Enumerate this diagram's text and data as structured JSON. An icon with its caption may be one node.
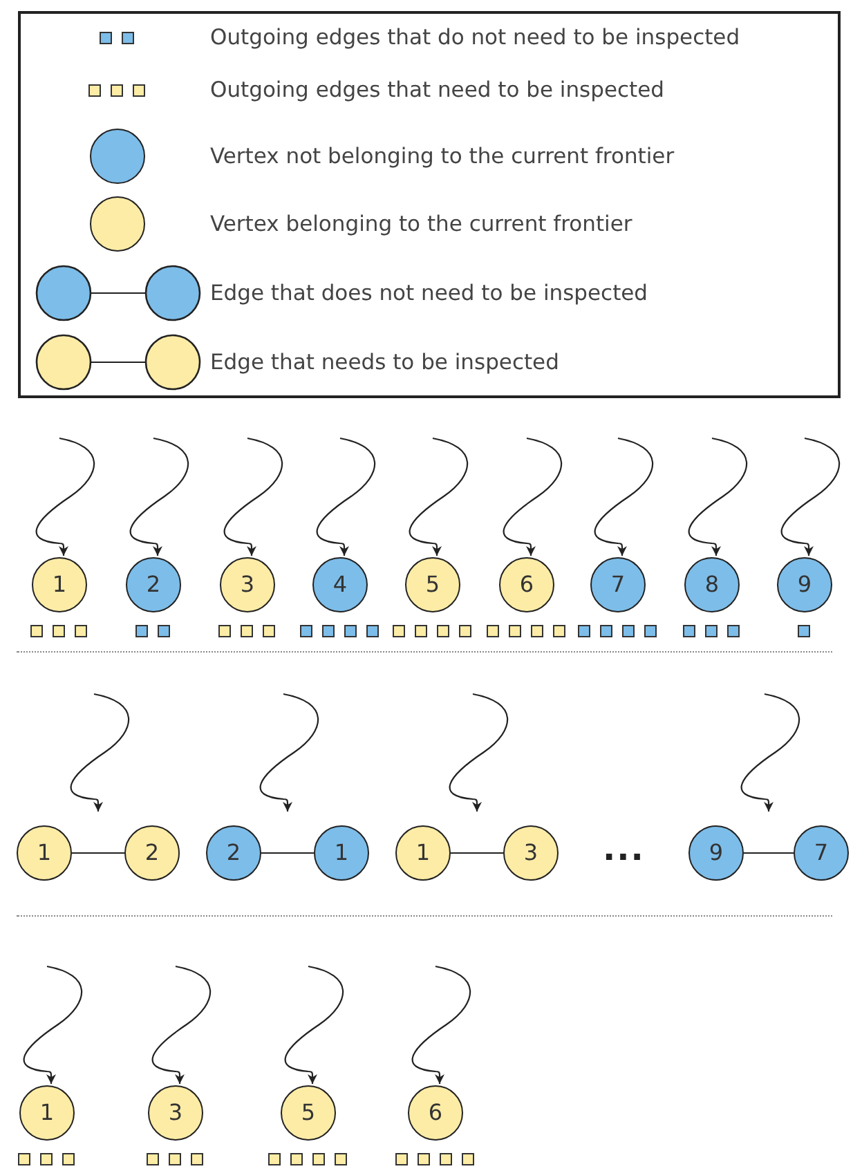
{
  "diagram": {
    "nodes": [
      {
        "text": [
          "1"
        ]
      },
      {
        "text": [
          "2"
        ]
      },
      {
        "text": [
          "3"
        ]
      },
      {
        "text": [
          "4"
        ]
      },
      {
        "text": [
          "5"
        ]
      },
      {
        "text": [
          "6"
        ]
      },
      {
        "text": [
          "7"
        ]
      },
      {
        "text": [
          "8"
        ]
      },
      {
        "text": [
          "9"
        ]
      },
      {
        "text": [
          "1"
        ]
      },
      {
        "text": [
          "2"
        ]
      },
      {
        "text": [
          "2"
        ]
      },
      {
        "text": [
          "1"
        ]
      },
      {
        "text": [
          "1"
        ]
      },
      {
        "text": [
          "3"
        ]
      },
      {
        "text": [
          "9"
        ]
      },
      {
        "text": [
          "7"
        ]
      },
      {
        "text": [
          "1"
        ]
      },
      {
        "text": [
          "3"
        ]
      },
      {
        "text": [
          "5"
        ]
      },
      {
        "text": [
          "6"
        ]
      }
    ],
    "edges": [
      {
        "from": null,
        "to": 0,
        "arrow": "to"
      },
      {
        "from": null,
        "to": 1,
        "arrow": "to"
      },
      {
        "from": null,
        "to": 2,
        "arrow": "to"
      },
      {
        "from": null,
        "to": 3,
        "arrow": "to"
      },
      {
        "from": null,
        "to": 4,
        "arrow": "to"
      },
      {
        "from": null,
        "to": 5,
        "arrow": "to"
      },
      {
        "from": null,
        "to": 6,
        "arrow": "to"
      },
      {
        "from": null,
        "to": 7,
        "arrow": "to"
      },
      {
        "from": null,
        "to": 8,
        "arrow": "to"
      },
      {
        "from": 9,
        "to": 10,
        "arrow": "none"
      },
      {
        "from": 11,
        "to": 12,
        "arrow": "none"
      },
      {
        "from": 13,
        "to": 14,
        "arrow": "none"
      },
      {
        "from": 15,
        "to": 16,
        "arrow": "none"
      },
      {
        "from": null,
        "to": 17,
        "arrow": "to"
      },
      {
        "from": null,
        "to": 18,
        "arrow": "to"
      },
      {
        "from": null,
        "to": 19,
        "arrow": "to"
      },
      {
        "from": null,
        "to": 20,
        "arrow": "to"
      }
    ],
    "labels": [
      "..."
    ],
    "legend": [
      {
        "text": "Outgoing edges that do not need to be inspected",
        "color": "#7dbde9"
      },
      {
        "text": "Outgoing edges that need to be inspected",
        "color": "#fdeca6"
      },
      {
        "text": "Vertex not belonging to the current frontier",
        "color": "#7dbde9"
      },
      {
        "text": "Vertex belonging to the current frontier",
        "color": "#fdeca6"
      },
      {
        "text": "Edge that does not need to be inspected"
      },
      {
        "text": "Edge that needs to be inspected"
      }
    ]
  }
}
